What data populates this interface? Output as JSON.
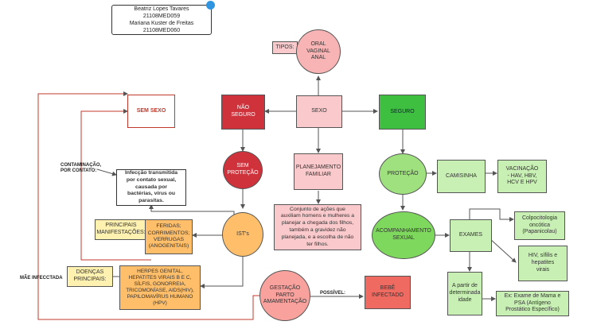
{
  "authors": [
    "Beatriz Lopes Tavares",
    "21108MED059",
    "Mariana Kuster de Freitas",
    "21108MED060"
  ],
  "nodes": {
    "sexo": "SEXO",
    "tipos_label": "TIPOS:",
    "oral": "ORAL\nVAGINAL\nANAL",
    "nao_seguro": "NÃO\nSEGURO",
    "seguro": "SEGURO",
    "sem_sexo": "SEM SEXO",
    "sem_protecao": "SEM\nPROTEÇÃO",
    "planejamento": "PLANEJAMENTO\nFAMILIAR",
    "protecao": "PROTEÇÃO",
    "camisinha": "CAMISINHA",
    "vacinacao": "VACINAÇÃO\n- HAV, HBV,\nHCV e HPV",
    "infeccao": "Infecção transmitida\npor contato sexual,\ncausada por\nbactérias, vírus ou\nparasitas.",
    "planejamento_desc": "Conjunto de ações que\nauxiliam homens e mulheres a\nplanejar a chegada dos filhos,\ntambém a gravidez não\nplanejada, e a escolha de não\nter filhos.",
    "ists": "IST's",
    "principais_manifestacoes": "PRINCIPAIS\nMANIFESTAÇÕES:",
    "manifestacoes": "FERIDAS;\nCORRIMENTOS;\nVERRUGAS\n(ANOGENITAIS)",
    "acompanhamento": "ACOMPANHAMENTO\nSEXUAL",
    "exames": "EXAMES",
    "colpocitologia": "Colpocitologia\noncótica\n(Papanicolau)",
    "hiv": "HIV, sífilis e\nhepatites\nvirais",
    "a_partir": "A partir de\ndeterminada\nidade",
    "ex_exame": "Ex: Exame de Mama e\nPSA (Antígeno\nProstático Específico)",
    "doencas_label": "DOENÇAS\nPRINCIPAIS:",
    "doencas": "HERPES GENITAL,\nHEPATITES VIRAIS B E C,\nSÍLFIS, GONORREIA,\nTRICOMONÍASE, AIDS(HIV),\nPAPILOMAVÍRUS HUMANO\n(HPV)",
    "gestacao": "GESTAÇÃO\nPARTO\nAMAMENTAÇÃO",
    "bebe": "BEBÊ\nINFECTADO"
  },
  "labels": {
    "contaminacao": "CONTAMINAÇÃO,\nPOR CONTATO:",
    "mae": "MÃE INFECCTADA",
    "possivel": "POSSÍVEL:"
  },
  "colors": {
    "red_dark": "#d0323c",
    "red_light": "#f8b4b4",
    "pink": "#f9c9cb",
    "green": "#9fe07f",
    "green_light": "#c9f0b4",
    "orange": "#ffbf6a",
    "yellow": "#fff2b0",
    "line_red": "#c0392b",
    "line_gray": "#555555"
  }
}
